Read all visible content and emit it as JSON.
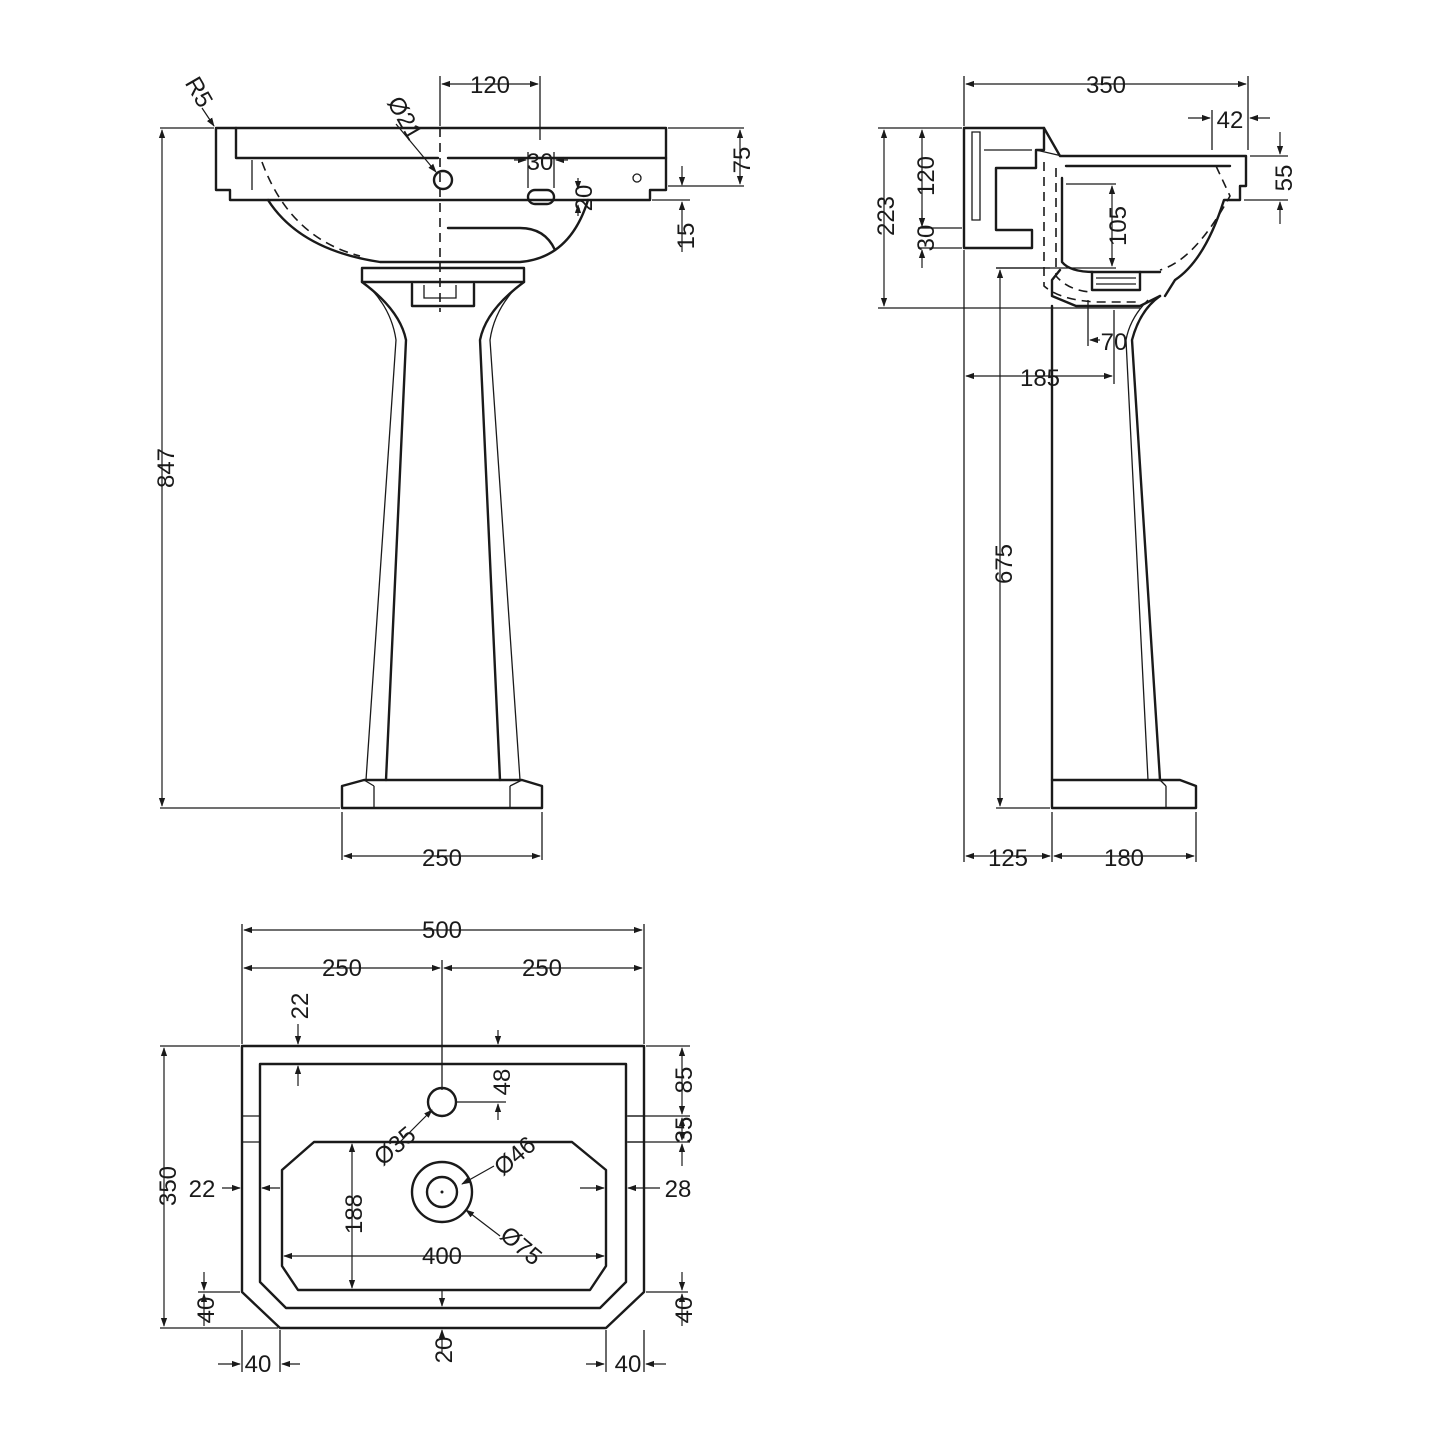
{
  "front_view": {
    "r5": "R5",
    "d21": "Ø21",
    "d120": "120",
    "d30": "30",
    "d20": "20",
    "d75": "75",
    "d15": "15",
    "d847": "847",
    "d250": "250"
  },
  "side_view": {
    "d350": "350",
    "d42": "42",
    "d55": "55",
    "d223": "223",
    "d120": "120",
    "d30": "30",
    "d105": "105",
    "d70": "70",
    "d185": "185",
    "d675": "675",
    "d125": "125",
    "d180": "180"
  },
  "plan_view": {
    "d500": "500",
    "d250_left": "250",
    "d250_right": "250",
    "d22_top": "22",
    "d48": "48",
    "d85": "85",
    "d35_side": "35",
    "d35_dia": "Ø35",
    "d46": "Ø46",
    "d75": "Ø75",
    "d350": "350",
    "d22_left": "22",
    "d28": "28",
    "d188": "188",
    "d400": "400",
    "d40_left_v": "40",
    "d40_right_v": "40",
    "d20": "20",
    "d40_left_h": "40",
    "d40_right_h": "40"
  }
}
